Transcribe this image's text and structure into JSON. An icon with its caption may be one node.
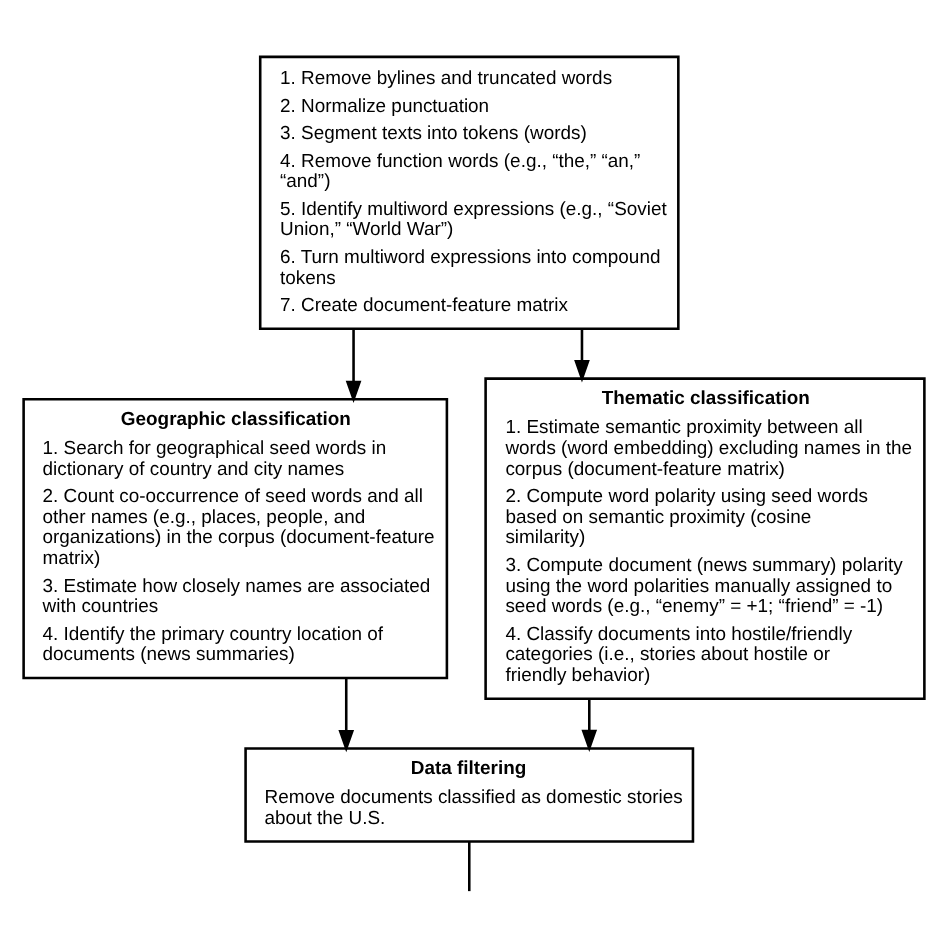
{
  "diagram": {
    "nodes": [
      {
        "text": [
          "1. Remove bylines and truncated words",
          "2. Normalize punctuation",
          "3. Segment texts into tokens (words)",
          "4. Remove function words (e.g., “the,” “an,” “and”)",
          "5. Identify multiword expressions (e.g., “Soviet Union,” “World War”)",
          "6. Turn multiword expressions into compound tokens",
          "7. Create document-feature matrix"
        ]
      },
      {
        "text": [
          "Geographic classification",
          "1. Search for geographical seed words in dictionary of country and city names",
          "2. Count co-occurrence of seed words and all other names (e.g., places, people, and organizations) in the corpus (document-feature matrix)",
          "3. Estimate how closely names are associated with countries",
          "4. Identify the primary country location of documents (news summaries)"
        ]
      },
      {
        "text": [
          "Thematic classification",
          "1. Estimate semantic proximity between all words (word embedding) excluding names in the corpus (document-feature matrix)",
          "2. Compute word polarity using seed words based on semantic proximity (cosine similarity)",
          "3. Compute document (news summary) polarity using the word polarities manually assigned to seed words (e.g., “enemy” = +1; “friend” = -1)",
          "4. Classify documents into hostile/friendly categories (i.e., stories about hostile or friendly behavior)"
        ]
      },
      {
        "text": [
          "Data filtering",
          "Remove documents classified as domestic stories about the U.S."
        ]
      }
    ],
    "edges": [
      {
        "from": 0,
        "to": 1,
        "arrow": "to"
      },
      {
        "from": 0,
        "to": 2,
        "arrow": "to"
      },
      {
        "from": 1,
        "to": 3,
        "arrow": "to"
      },
      {
        "from": 2,
        "to": 3,
        "arrow": "to"
      },
      {
        "from": 3,
        "to": null,
        "arrow": "none"
      }
    ]
  }
}
